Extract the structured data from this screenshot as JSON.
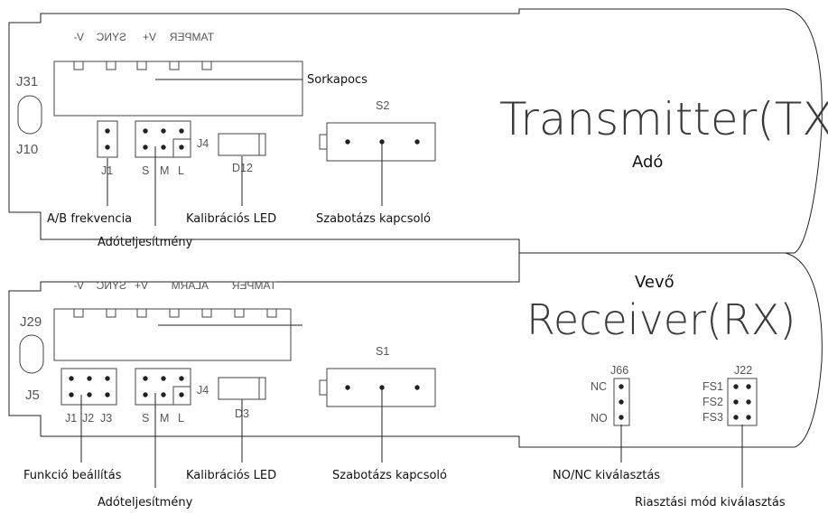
{
  "tx": {
    "title": "Transmitter(TX)",
    "subtitle": "Adó",
    "terminals": [
      "TAMPER",
      "V+",
      "SYNC",
      "V-"
    ],
    "j31": "J31",
    "j10": "J10",
    "j1": "J1",
    "power_s": "S",
    "power_m": "M",
    "power_l": "L",
    "j4": "J4",
    "d12": "D12",
    "s2": "S2",
    "label_sorkapocs": "Sorkapocs",
    "label_ab": "A/B frekvencia",
    "label_power": "Adóteljesítmény",
    "label_cal_led": "Kalibrációs LED",
    "label_tamper_sw": "Szabotázs kapcsoló"
  },
  "rx": {
    "title": "Receiver(RX)",
    "subtitle": "Vevő",
    "terminals": [
      "TAMPER",
      "ALARM",
      "V+",
      "SYNC",
      "V-"
    ],
    "j29": "J29",
    "j5": "J5",
    "j1": "J1",
    "j2": "J2",
    "j3": "J3",
    "power_s": "S",
    "power_m": "M",
    "power_l": "L",
    "j4": "J4",
    "d3": "D3",
    "s1": "S1",
    "j66": "J66",
    "nc": "NC",
    "no": "NO",
    "j22": "J22",
    "fs1": "FS1",
    "fs2": "FS2",
    "fs3": "FS3",
    "label_function": "Funkció beállítás",
    "label_power": "Adóteljesítmény",
    "label_cal_led": "Kalibrációs LED",
    "label_tamper_sw": "Szabotázs kapcsoló",
    "label_nonc": "NO/NC kiválasztás",
    "label_alarm_mode": "Riasztási mód kiválasztás"
  }
}
